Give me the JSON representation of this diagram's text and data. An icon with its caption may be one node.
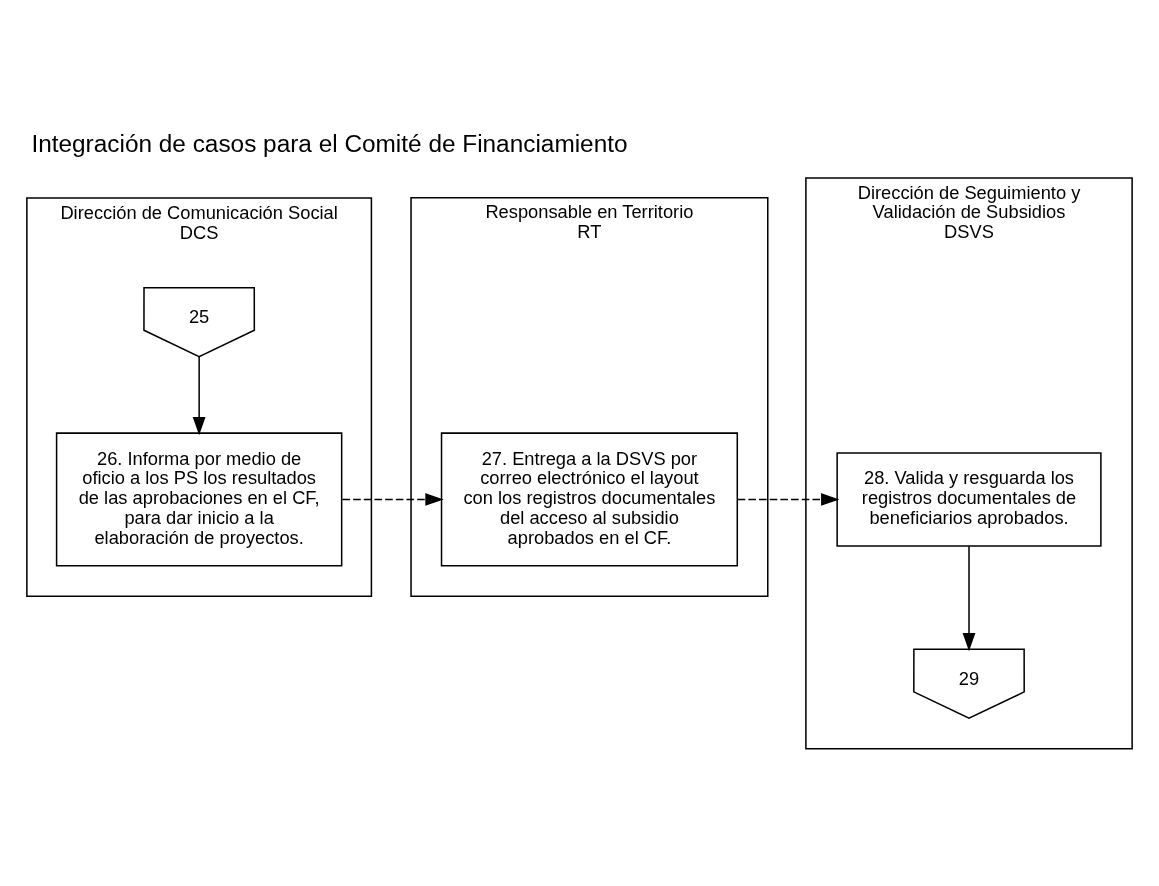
{
  "diagram": {
    "title": "Integración de casos para el Comité de Financiamiento",
    "nodes": [
      {
        "text": [
          "Dirección de Comunicación Social",
          "DCS"
        ]
      },
      {
        "text": [
          "Responsable en Territorio",
          "RT"
        ]
      },
      {
        "text": [
          "Dirección de Seguimiento y Validación de Subsidios",
          "DSVS"
        ]
      },
      {
        "text": [
          "25"
        ],
        "in": 0
      },
      {
        "text": [
          "26. Informa por medio de oficio a los PS los resultados de las aprobaciones en el CF, para dar inicio a la elaboración de proyectos."
        ],
        "in": 0
      },
      {
        "text": [
          "27. Entrega a la DSVS por correo electrónico el layout con los registros documentales del acceso al subsidio aprobados en el CF."
        ],
        "in": 1
      },
      {
        "text": [
          "28. Valida y resguarda los registros documentales de beneficiarios aprobados."
        ],
        "in": 2
      },
      {
        "text": [
          "29"
        ],
        "in": 2
      }
    ],
    "edges": [
      {
        "from": 3,
        "to": 4,
        "arrow": "to"
      },
      {
        "from": 4,
        "to": 5,
        "arrow": "to",
        "style": "dashed"
      },
      {
        "from": 5,
        "to": 6,
        "arrow": "to",
        "style": "dashed"
      },
      {
        "from": 6,
        "to": 7,
        "arrow": "to"
      }
    ]
  }
}
